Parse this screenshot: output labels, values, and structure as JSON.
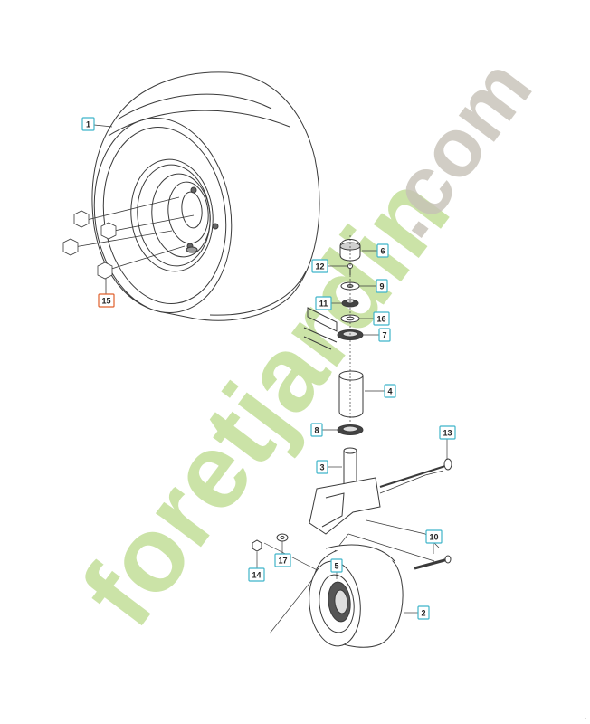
{
  "watermark": {
    "brand": "foretjardin",
    "tld": ".com",
    "brand_color": "#b9d98a",
    "accent_color": "#f2c48a",
    "tld_color": "#c6c0b6"
  },
  "colors": {
    "callout_box": "#3fb5c9",
    "callout_box_highlight": "#e0602c",
    "line": "#3a3a3a"
  },
  "callouts": [
    {
      "id": "c1",
      "label": "1",
      "highlight": false
    },
    {
      "id": "c15",
      "label": "15",
      "highlight": true
    },
    {
      "id": "c6",
      "label": "6",
      "highlight": false
    },
    {
      "id": "c12",
      "label": "12",
      "highlight": false
    },
    {
      "id": "c9",
      "label": "9",
      "highlight": false
    },
    {
      "id": "c11",
      "label": "11",
      "highlight": false
    },
    {
      "id": "c16",
      "label": "16",
      "highlight": false
    },
    {
      "id": "c7",
      "label": "7",
      "highlight": false
    },
    {
      "id": "c4",
      "label": "4",
      "highlight": false
    },
    {
      "id": "c8",
      "label": "8",
      "highlight": false
    },
    {
      "id": "c3",
      "label": "3",
      "highlight": false
    },
    {
      "id": "c13",
      "label": "13",
      "highlight": false
    },
    {
      "id": "c10",
      "label": "10",
      "highlight": false
    },
    {
      "id": "c14",
      "label": "14",
      "highlight": false
    },
    {
      "id": "c17",
      "label": "17",
      "highlight": false
    },
    {
      "id": "c5",
      "label": "5",
      "highlight": false
    },
    {
      "id": "c2",
      "label": "2",
      "highlight": false
    }
  ],
  "corner_mark": "·"
}
